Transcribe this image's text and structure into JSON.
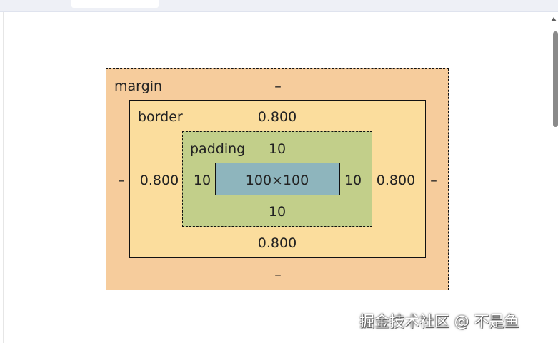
{
  "box_model": {
    "margin": {
      "label": "margin",
      "top": "–",
      "right": "–",
      "bottom": "–",
      "left": "–"
    },
    "border": {
      "label": "border",
      "top": "0.800",
      "right": "0.800",
      "bottom": "0.800",
      "left": "0.800"
    },
    "padding": {
      "label": "padding",
      "top": "10",
      "right": "10",
      "bottom": "10",
      "left": "10"
    },
    "content": {
      "size": "100×100"
    }
  },
  "watermark": "掘金技术社区 @ 不是鱼",
  "colors": {
    "margin": "#f6cc9c",
    "border": "#fbdd9d",
    "padding": "#c2cf8a",
    "content": "#8eb5bd"
  }
}
